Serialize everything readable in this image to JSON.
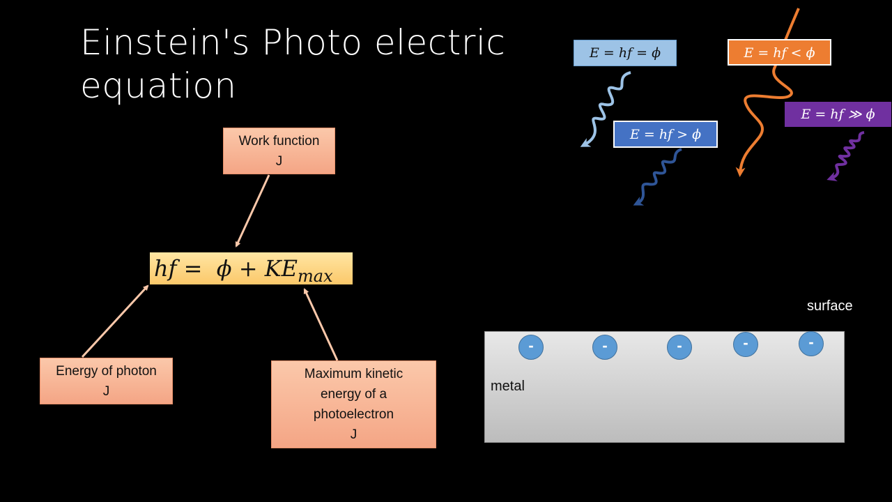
{
  "slide": {
    "title": "Einstein's Photo electric equation",
    "equation": {
      "lhs": "hf",
      "equals": "=",
      "rhs_phi": "ϕ",
      "plus": "+",
      "ke": "KE",
      "ke_sub": "max"
    },
    "annotations": {
      "work_function": {
        "label": "Work function",
        "unit": "J"
      },
      "energy_of_photon": {
        "label": "Energy of photon",
        "unit": "J"
      },
      "max_kinetic": {
        "label": "Maximum kinetic energy of a photoelectron",
        "unit": "J"
      }
    },
    "photon_labels": {
      "equal": "E = hf = ϕ",
      "greater": "E = hf > ϕ",
      "less": "E = hf < ϕ",
      "much_greater": "E = hf ≫ ϕ"
    },
    "metal_label": "metal",
    "surface_label": "surface",
    "electron_symbol": "-",
    "electrons": [
      "-",
      "-",
      "-",
      "-",
      "-"
    ]
  },
  "colors": {
    "annotation_fill": "#f4a585",
    "equation_fill": "#fbc86a",
    "photon_equal": "#9dc3e6",
    "photon_greater": "#4472c4",
    "photon_less": "#ed7d31",
    "photon_much_greater": "#7030a0",
    "electron": "#5b9bd5",
    "arrow": "#fbc8aa"
  }
}
